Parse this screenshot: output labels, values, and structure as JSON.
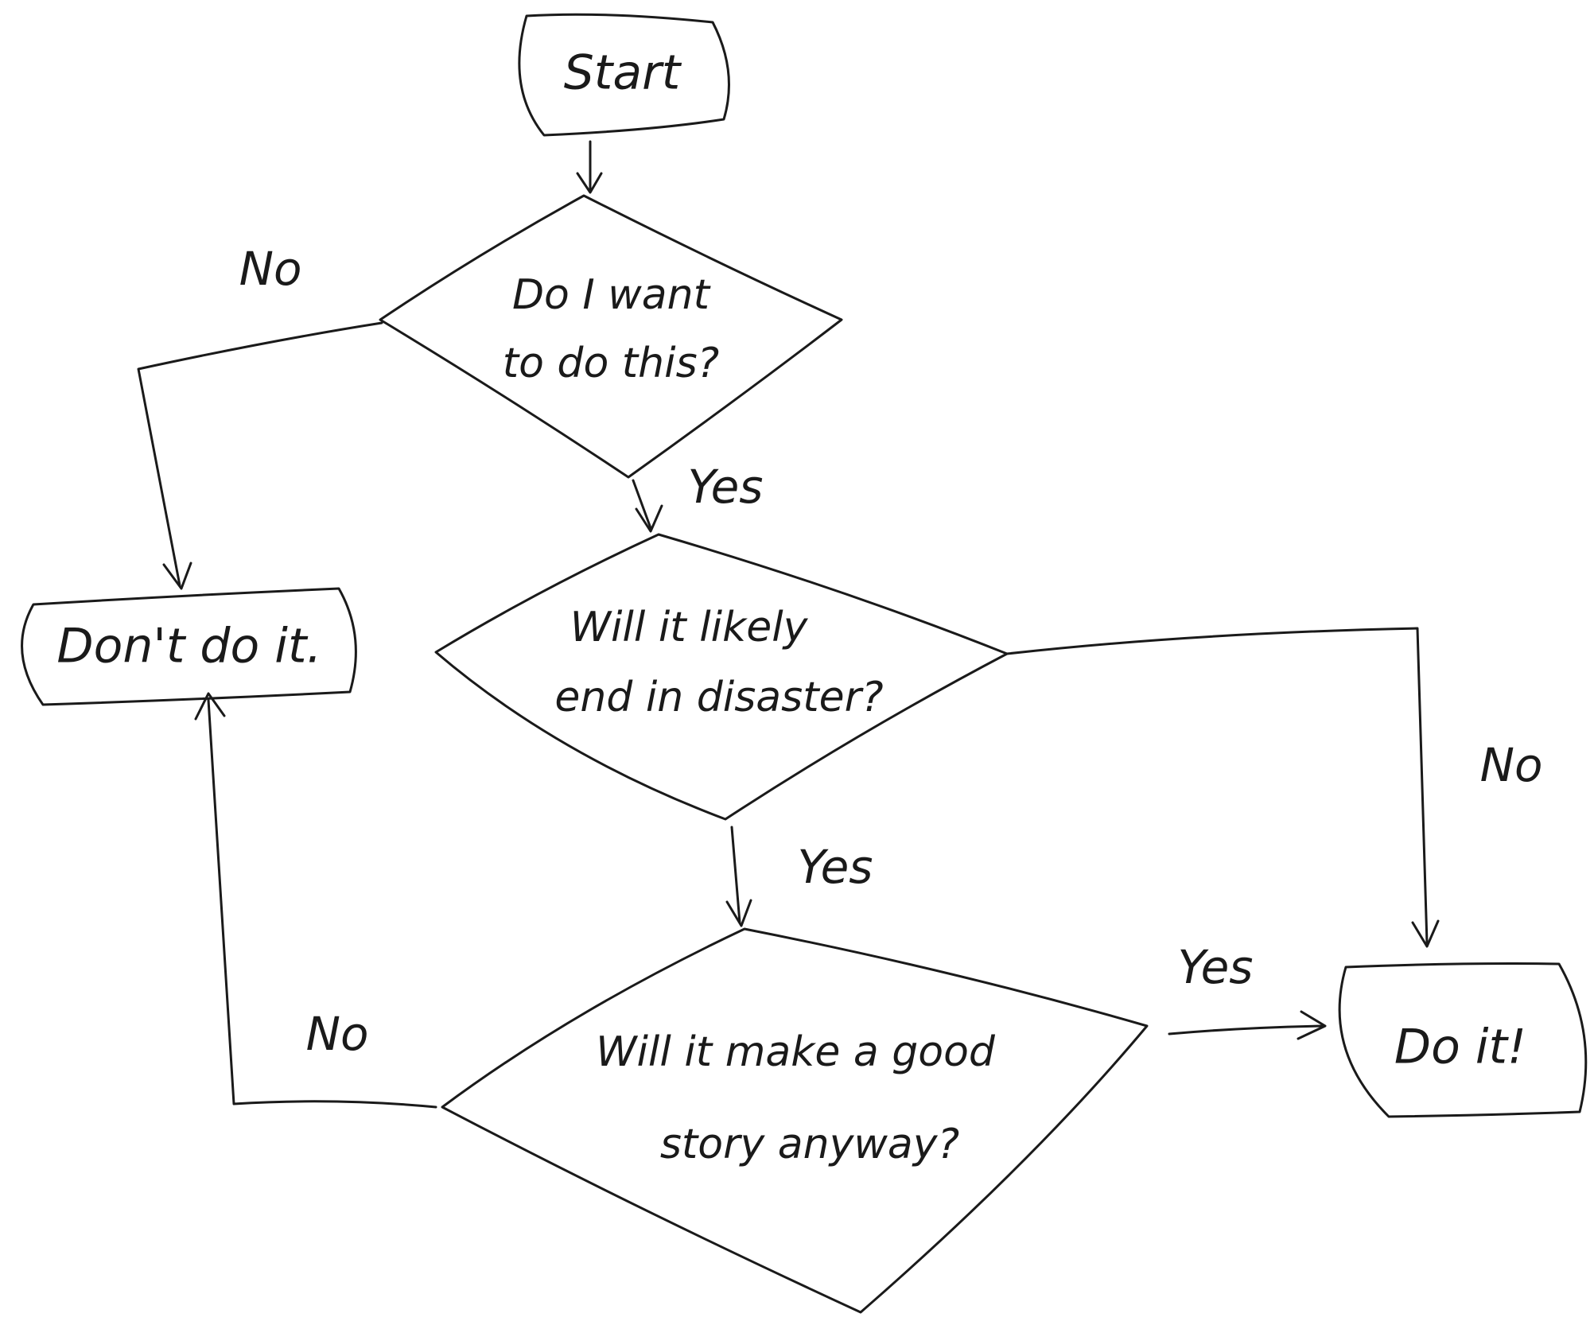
{
  "nodes": {
    "start": "Start",
    "q1": {
      "line1": "Do I want",
      "line2": "to do this?"
    },
    "q2": {
      "line1": "Will it likely",
      "line2": "end in disaster?"
    },
    "q3": {
      "line1": "Will it make a good",
      "line2": "story anyway?"
    },
    "dont": "Don't do it.",
    "do": "Do it!"
  },
  "edges": {
    "q1_no": "No",
    "q1_yes": "Yes",
    "q2_yes": "Yes",
    "q2_no": "No",
    "q3_yes": "Yes",
    "q3_no": "No"
  }
}
